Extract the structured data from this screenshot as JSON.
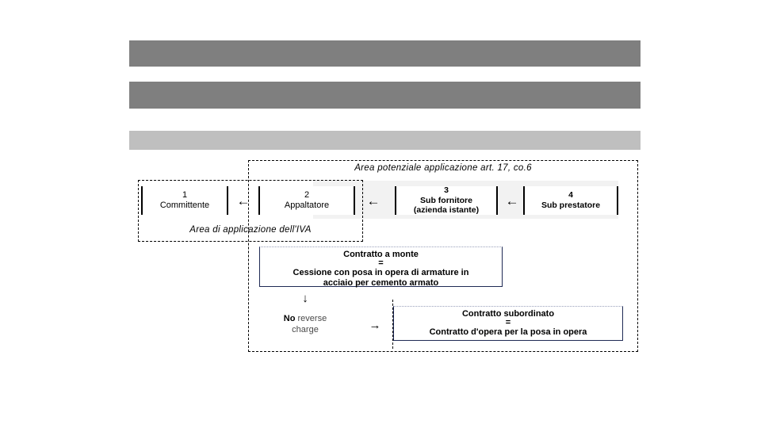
{
  "slide": {
    "placeholders": [
      {
        "name": "title-bar",
        "color": "#7f7f7f"
      },
      {
        "name": "subtitle-bar",
        "color": "#7f7f7f"
      },
      {
        "name": "caption-bar",
        "color": "#bfbfbf"
      }
    ]
  },
  "diagram": {
    "areas": {
      "potential_application": "Area potenziale applicazione art. 17, co.6",
      "vat_application": "Area di applicazione dell'IVA"
    },
    "actors": [
      {
        "number": "1",
        "name": "Committente",
        "bold": false
      },
      {
        "number": "2",
        "name": "Appaltatore",
        "bold": false
      },
      {
        "number": "3",
        "name": "Sub fornitore\n(azienda istante)",
        "bold": true
      },
      {
        "number": "4",
        "name": "Sub prestatore",
        "bold": true
      }
    ],
    "actor_labels": {
      "a1_num": "1",
      "a1_name": "Committente",
      "a2_num": "2",
      "a2_name": "Appaltatore",
      "a3_num": "3",
      "a3_name_line1": "Sub fornitore",
      "a3_name_line2": "(azienda istante)",
      "a4_num": "4",
      "a4_name": "Sub prestatore"
    },
    "arrows": {
      "left_glyph": "←",
      "down_glyph": "↓",
      "right_glyph": "→"
    },
    "contracts": {
      "upstream": {
        "title": "Contratto a monte",
        "equals": "=",
        "body_line1": "Cessione con posa in opera di armature in",
        "body_line2": "acciaio per cemento armato"
      },
      "subordinate": {
        "title": "Contratto subordinato",
        "equals": "=",
        "body_line1": "Contratto d'opera per la posa in opera"
      }
    },
    "outcome": {
      "emphasis": "No",
      "rest_line1": "reverse",
      "rest_line2": "charge"
    },
    "colors": {
      "dark_gray_bar": "#7f7f7f",
      "light_gray_bar": "#bfbfbf",
      "band": "#f2f2f2",
      "contract_border": "#1f2a55",
      "outline": "#000000"
    }
  }
}
